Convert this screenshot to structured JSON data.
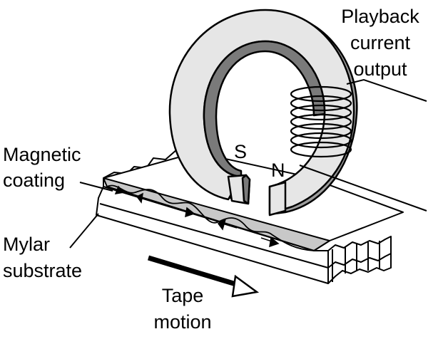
{
  "labels": {
    "playback_line1": "Playback",
    "playback_line2": "current",
    "playback_line3": "output",
    "magnetic_line1": "Magnetic",
    "magnetic_line2": "coating",
    "mylar_line1": "Mylar",
    "mylar_line2": "substrate",
    "tape_line1": "Tape",
    "tape_line2": "motion",
    "pole_s": "S",
    "pole_n": "N"
  },
  "colors": {
    "ring_face": "#e6e6e6",
    "ring_inner": "#7a7a7a",
    "ring_outer_shadow": "#9c9c9c",
    "coating": "#c8c8c8",
    "substrate": "#ffffff",
    "ink": "#000000"
  },
  "icons": {
    "tape_motion": "arrow-right-icon",
    "coil": "coil-icon",
    "magnetization": "domain-arrow-icon"
  }
}
